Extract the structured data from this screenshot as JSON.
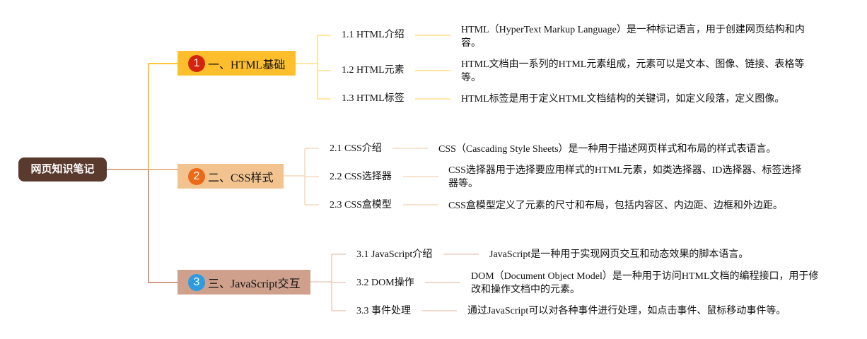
{
  "root": {
    "label": "网页知识笔记",
    "color": "#5b3a2e"
  },
  "branches": [
    {
      "badge": "1",
      "label": "一、HTML基础",
      "color": "#ffbf2c",
      "badge_color": "#d3240d",
      "children": [
        {
          "label": "1.1 HTML介绍",
          "desc": "HTML（HyperText Markup Language）是一种标记语言，用于创建网页结构和内容。"
        },
        {
          "label": "1.2 HTML元素",
          "desc": "HTML文档由一系列的HTML元素组成，元素可以是文本、图像、链接、表格等等。"
        },
        {
          "label": "1.3 HTML标签",
          "desc": "HTML标签是用于定义HTML文档结构的关键词，如定义段落，定义图像。"
        }
      ]
    },
    {
      "badge": "2",
      "label": "二、CSS样式",
      "color": "#f2c38f",
      "badge_color": "#ea6a17",
      "children": [
        {
          "label": "2.1 CSS介绍",
          "desc": "CSS（Cascading Style Sheets）是一种用于描述网页样式和布局的样式表语言。"
        },
        {
          "label": "2.2 CSS选择器",
          "desc": "CSS选择器用于选择要应用样式的HTML元素，如类选择器、ID选择器、标签选择器等。"
        },
        {
          "label": "2.3 CSS盒模型",
          "desc": "CSS盒模型定义了元素的尺寸和布局，包括内容区、内边距、边框和外边距。"
        }
      ]
    },
    {
      "badge": "3",
      "label": "三、JavaScript交互",
      "color": "#cfa08c",
      "badge_color": "#2e9adf",
      "children": [
        {
          "label": "3.1 JavaScript介绍",
          "desc": "JavaScript是一种用于实现网页交互和动态效果的脚本语言。"
        },
        {
          "label": "3.2 DOM操作",
          "desc": "DOM（Document Object Model）是一种用于访问HTML文档的编程接口，用于修改和操作文档中的元素。"
        },
        {
          "label": "3.3 事件处理",
          "desc": "通过JavaScript可以对各种事件进行处理，如点击事件、鼠标移动事件等。"
        }
      ]
    }
  ]
}
